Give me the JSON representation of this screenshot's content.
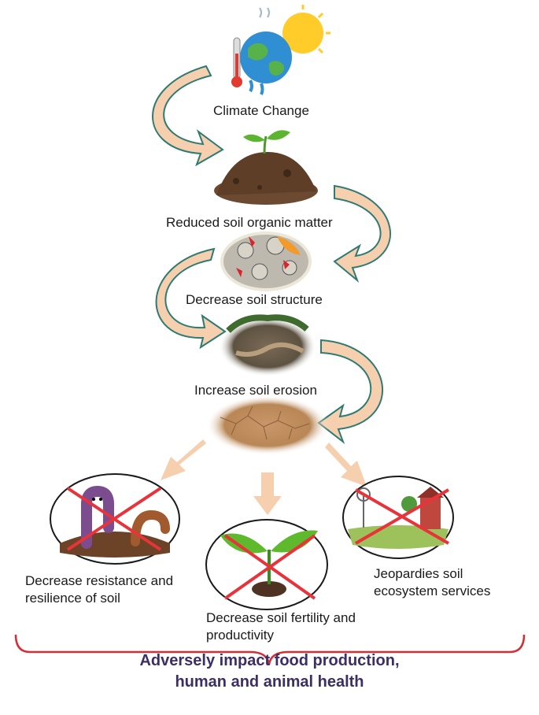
{
  "labels": {
    "climate": "Climate Change",
    "organic": "Reduced soil organic matter",
    "structure": "Decrease soil structure",
    "erosion": "Increase soil erosion",
    "resistance": "Decrease resistance and resilience of soil",
    "fertility": "Decrease soil fertility and productivity",
    "ecosystem": "Jeopardies soil ecosystem services",
    "conclusion_line1": "Adversely impact food production,",
    "conclusion_line2": "human and animal health"
  },
  "colors": {
    "arrow_fill": "#f6cfae",
    "arrow_stroke": "#2d7b73",
    "cross": "#e8333b",
    "brace": "#d42f36",
    "conclusion": "#3d2e63"
  }
}
